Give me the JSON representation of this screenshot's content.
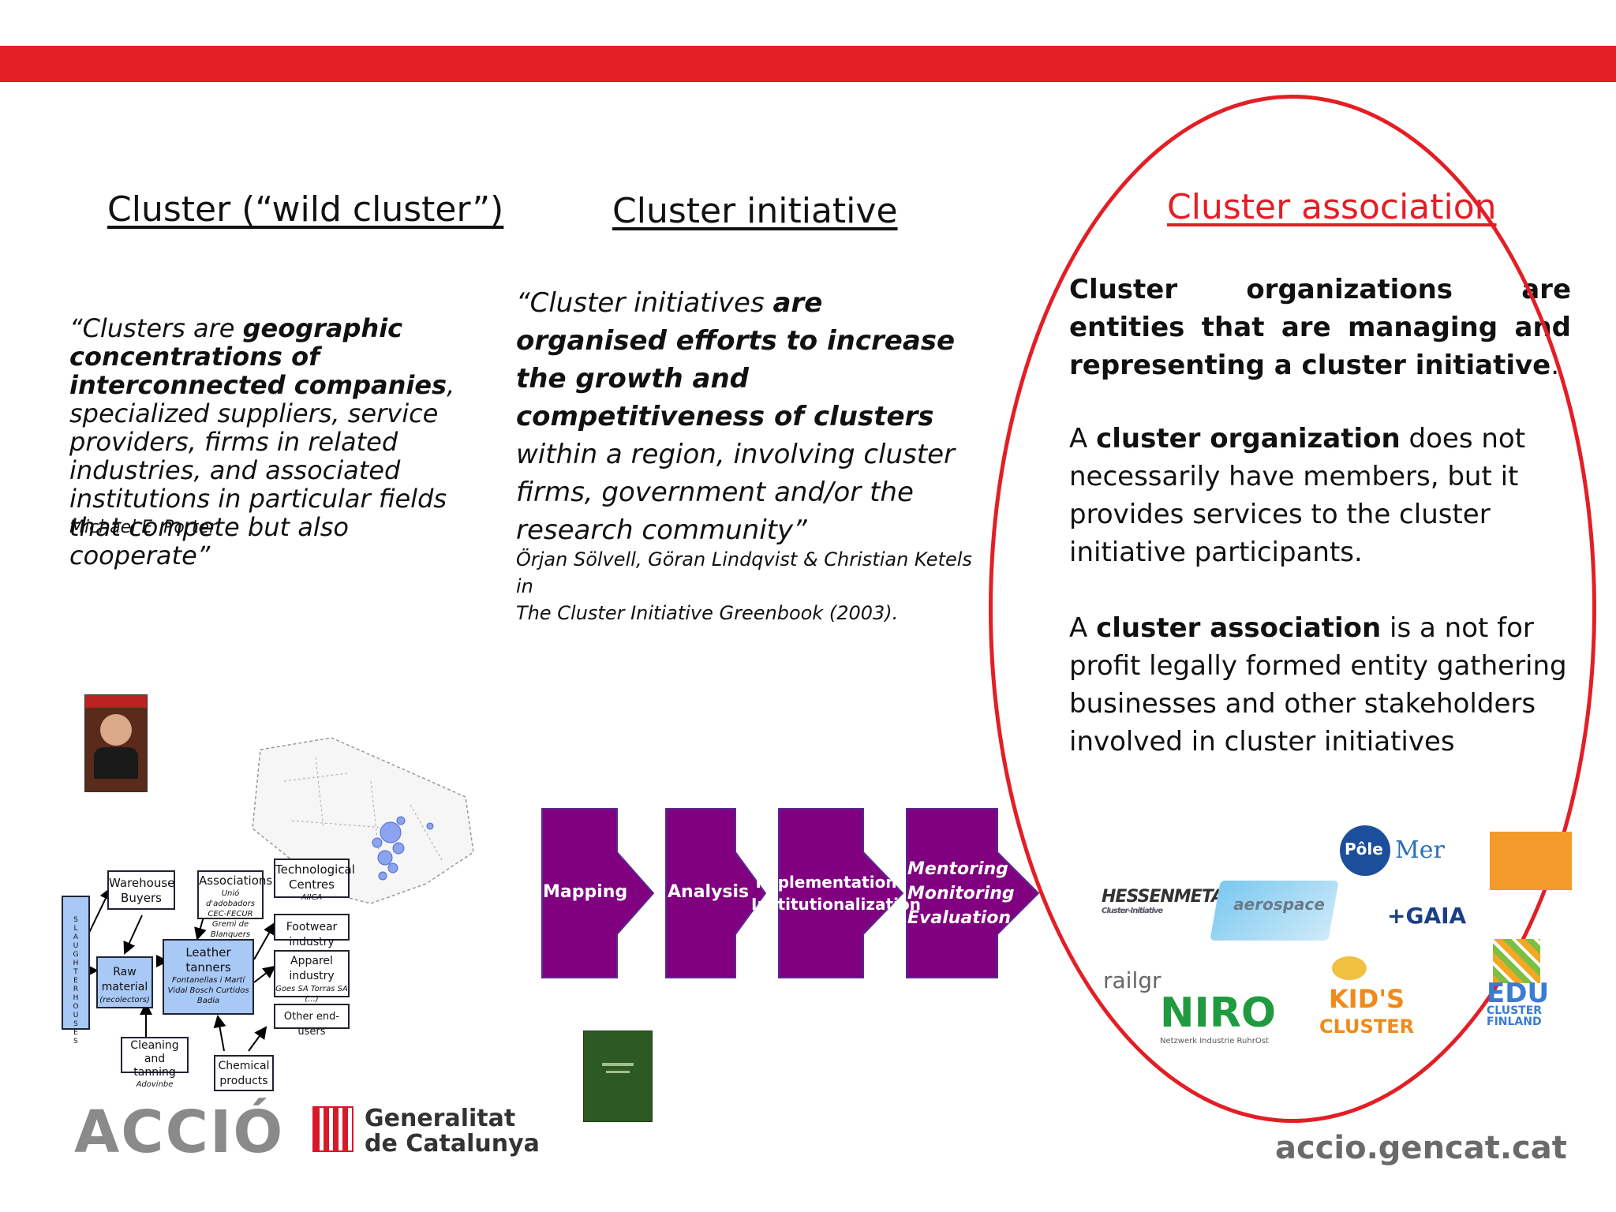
{
  "colors": {
    "accent_red": "#e31e25",
    "process_purple": "#800080"
  },
  "columns": {
    "col1": {
      "title": "Cluster (“wild cluster”)",
      "quote_open": "“Clusters are ",
      "quote_bold": "geographic concentrations of interconnected companies",
      "quote_rest": ", specialized suppliers, service providers, firms in related industries, and associated institutions in particular fields that compete but also cooperate”",
      "citation": "Michael E. Porter"
    },
    "col2": {
      "title": "Cluster initiative",
      "quote_open": "“Cluster initiatives ",
      "quote_bold": "are organised efforts to increase the growth and competitiveness of clusters",
      "quote_rest": " within a region, involving cluster firms, government and/or the research community”",
      "citation_line1": "Örjan Sölvell, Göran Lindqvist & Christian Ketels in",
      "citation_line2": "The Cluster Initiative Greenbook (2003)."
    },
    "col3": {
      "title": "Cluster association",
      "p1_bold": "Cluster organizations are entities that are managing and representing a cluster initiative",
      "p1_end": ".",
      "p2_a": "A ",
      "p2_bold": "cluster organization",
      "p2_rest": " does not necessarily have members, but it provides services to the cluster initiative participants.",
      "p3_a": "A ",
      "p3_bold": "cluster association",
      "p3_rest": " is a not  for profit legally formed entity gathering businesses and other   stakeholders involved in cluster initiatives"
    }
  },
  "diagram": {
    "slaughter": "SLAUGHTER HOUSES",
    "warehouse": "Warehouse Buyers",
    "associations": "Associations",
    "associations_sub": "Unió d'adobadors CEC-FECUR Gremi de Blanquers",
    "tech_centres": "Technological Centres",
    "tech_sub": "AIICA",
    "footwear": "Footwear industry",
    "leather": "Leather tanners",
    "leather_sub": "Fontanellas i Martí Vidal Bosch Curtidos Badia",
    "raw": "Raw material",
    "raw_sub": "(recolectors)",
    "apparel": "Apparel industry",
    "apparel_sub": "Goes SA Torras SA (...)",
    "other": "Other end-users",
    "cleaning": "Cleaning and tanning",
    "cleaning_sub": "Adovinbe",
    "chemical": "Chemical products"
  },
  "process": [
    "Mapping",
    "Analysis",
    "Implementation Institutionalization",
    "Mentoring Monitoring Evaluation"
  ],
  "footer": {
    "accio": "ACCIÓ",
    "generalitat_line1": "Generalitat",
    "generalitat_line2": "de Catalunya",
    "website": "accio.gencat.cat"
  },
  "partner_logos": {
    "hessenmetall": "HESSENMETALL",
    "hessen_sub": "Cluster-Initiative",
    "aerospace": "aerospace",
    "pole": "Pôle",
    "mer": "Mer",
    "gaia": "+GAIA",
    "railgr": "railgr",
    "niro": "NIRO",
    "niro_sub": "Netzwerk Industrie RuhrOst",
    "kids1": "KID'S",
    "kids2": "CLUSTER",
    "edu": "EDU",
    "edu_sub1": "CLUSTER",
    "edu_sub2": "FINLAND"
  }
}
